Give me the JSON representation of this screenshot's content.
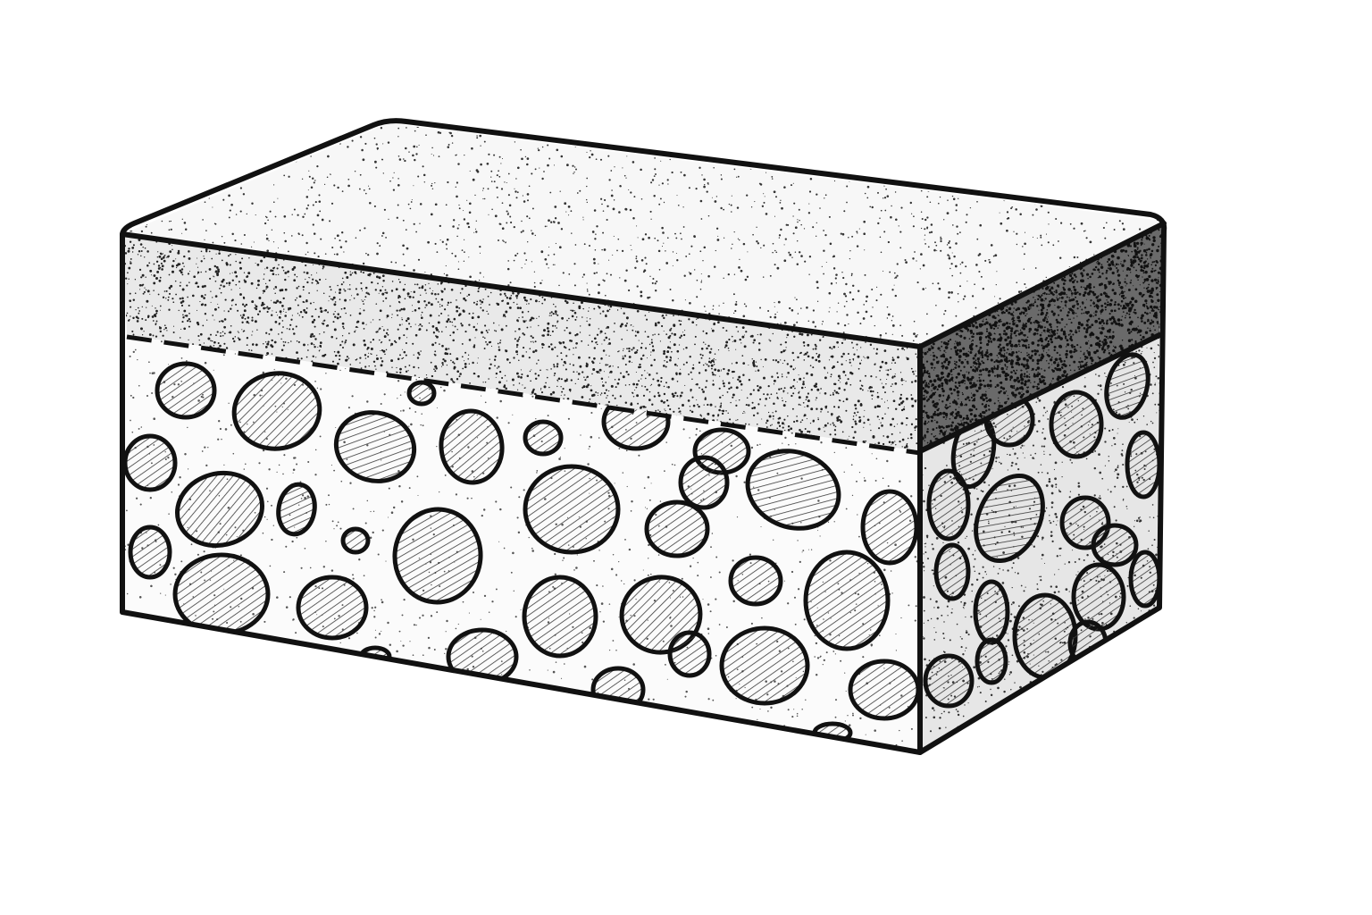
{
  "diagram": {
    "subject": "paver-block-cutaway",
    "labels": [],
    "colors": {
      "background": "#ffffff",
      "outline": "#111111",
      "wear_layer": "#f2f2f2",
      "wear_layer_side": "#6a6a6a",
      "top_surface": "#f7f7f7",
      "base_layer": "#fbfbfb",
      "aggregate_fill": "#cfcfcf",
      "hatch": "#3a3a3a",
      "speckle": "#222222"
    },
    "layers": [
      {
        "name": "top-surface",
        "texture": "fine-speckle"
      },
      {
        "name": "wear-layer",
        "texture": "dense-speckle"
      },
      {
        "name": "base-layer",
        "texture": "coarse-aggregate"
      }
    ],
    "separator": "dashed-line"
  }
}
